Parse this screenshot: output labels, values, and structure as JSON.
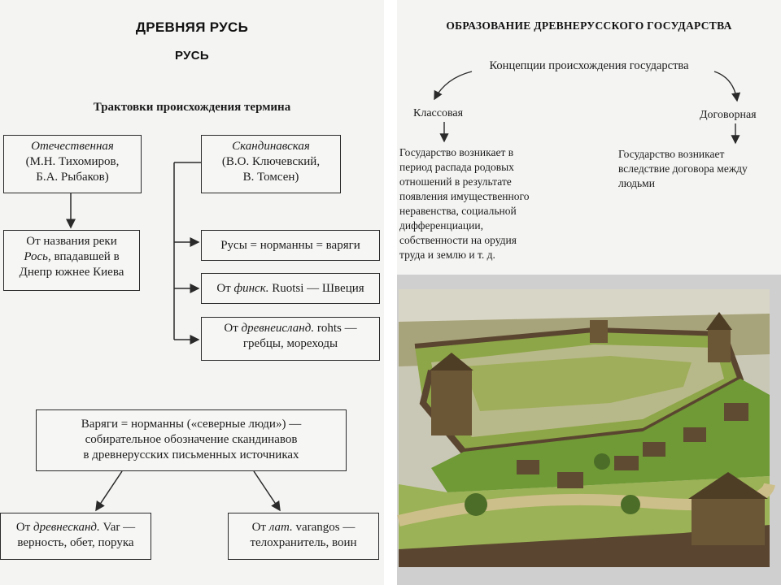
{
  "left": {
    "title": "ДРЕВНЯЯ РУСЬ",
    "subtitle": "РУСЬ",
    "section_title": "Трактовки происхождения термина",
    "otech": {
      "l1": "Отечественная",
      "l2": "(М.Н. Тихомиров,",
      "l3": "Б.А. Рыбаков)"
    },
    "skand": {
      "l1": "Скандинавская",
      "l2": "(В.О. Ключевский,",
      "l3": "В. Томсен)"
    },
    "river": {
      "l1": "От названия реки",
      "l2a": "Рось",
      "l2b": ", впадавшей в",
      "l3": "Днепр южнее Киева"
    },
    "rusy": "Русы = норманны = варяги",
    "finn": {
      "a": "От ",
      "b": "финск.",
      "c": " Ruotsi — Швеция"
    },
    "icel": {
      "a": "От ",
      "b": "древнеисланд.",
      "c": " rohts —",
      "l2": "гребцы, мореходы"
    },
    "varyagi": {
      "l1": "Варяги = норманны («северные люди») —",
      "l2": "собирательное обозначение скандинавов",
      "l3": "в древнерусских письменных источниках"
    },
    "var": {
      "a": "От ",
      "b": "древнесканд.",
      "c": " Var —",
      "l2": "верность, обет, порука"
    },
    "varangos": {
      "a": "От ",
      "b": "лат.",
      "c": " varangos —",
      "l2": "телохранитель, воин"
    }
  },
  "right": {
    "title": "ОБРАЗОВАНИЕ ДРЕВНЕРУССКОГО ГОСУДАРСТВА",
    "concepts": "Концепции происхождения государства",
    "class_label": "Классовая",
    "dogovor_label": "Договорная",
    "class_text": "Государство возникает в период распада родовых отношений в результате появления имущественного неравенства, социальной дифференциации, собственности на орудия труда и землю и т. д.",
    "class_lines": [
      "Государство возникает в",
      "период распада родовых",
      "отношений в результате",
      "появления имущественного",
      "неравенства, социальной",
      "дифференциации,",
      "собственности на орудия",
      "труда и землю и т. д."
    ],
    "dogovor_lines": [
      "Государство возникает",
      "вследствие договора между",
      "людьми"
    ]
  },
  "photo": {
    "description_icon": "fortress-model-photo"
  },
  "colors": {
    "line": "#2a2a2a",
    "paper": "#f4f4f3",
    "grass": "#7fa53a",
    "wood": "#6b5636",
    "sky": "#d9d7c9"
  }
}
